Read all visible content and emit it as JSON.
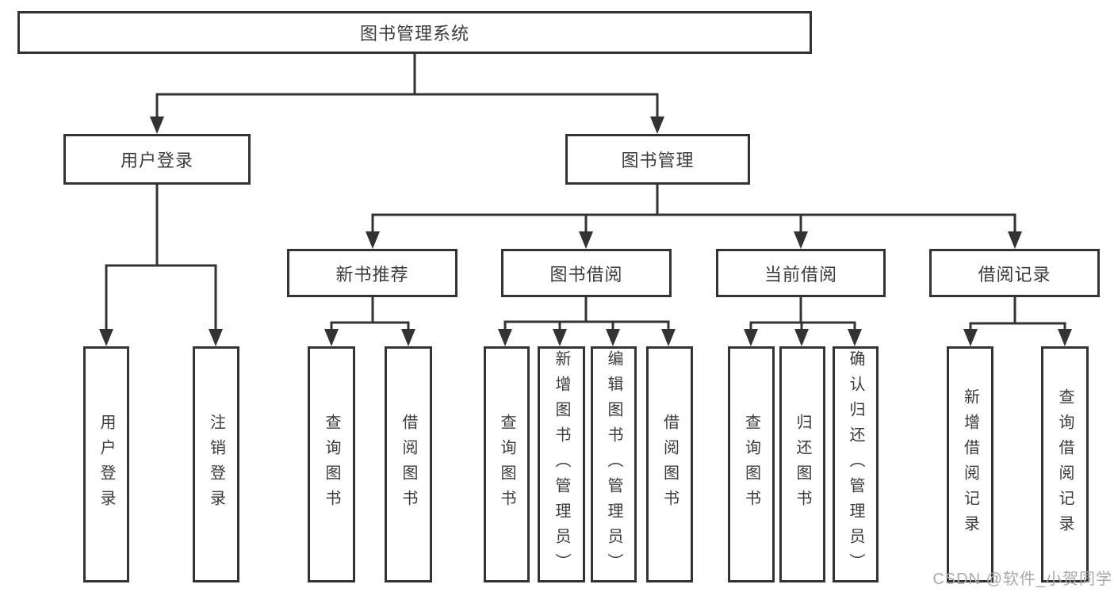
{
  "diagram": {
    "tree": {
      "label": "图书管理系统",
      "children": [
        {
          "label": "用户登录",
          "children": [
            {
              "label": "用户登录"
            },
            {
              "label": "注销登录"
            }
          ]
        },
        {
          "label": "图书管理",
          "children": [
            {
              "label": "新书推荐",
              "children": [
                {
                  "label": "查询图书"
                },
                {
                  "label": "借阅图书"
                }
              ]
            },
            {
              "label": "图书借阅",
              "children": [
                {
                  "label": "查询图书"
                },
                {
                  "label": "新增图书（管理员）"
                },
                {
                  "label": "编辑图书（管理员）"
                },
                {
                  "label": "借阅图书"
                }
              ]
            },
            {
              "label": "当前借阅",
              "children": [
                {
                  "label": "查询图书"
                },
                {
                  "label": "归还图书"
                },
                {
                  "label": "确认归还（管理员）"
                }
              ]
            },
            {
              "label": "借阅记录",
              "children": [
                {
                  "label": "新增借阅记录"
                },
                {
                  "label": "查询借阅记录"
                }
              ]
            }
          ]
        }
      ]
    },
    "watermark": "CSDN @软件_小贺同学",
    "colors": {
      "line": "#333333",
      "box_border": "#333333",
      "text": "#3b3b3b",
      "watermark": "#a9a9a9",
      "background": "#ffffff"
    }
  }
}
